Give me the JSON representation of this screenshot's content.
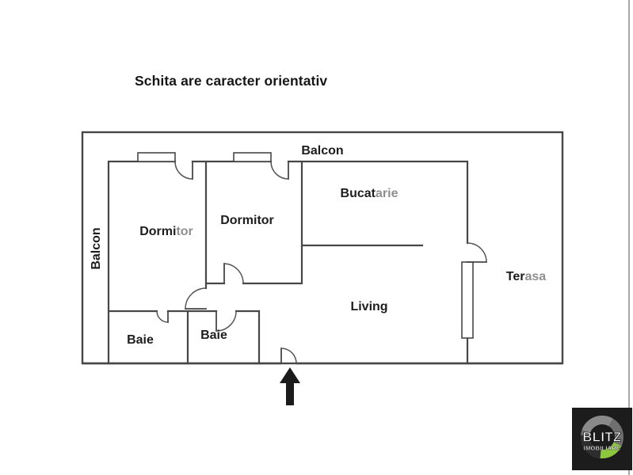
{
  "title": "Schita are caracter orientativ",
  "plan": {
    "labels": {
      "balcon_top": {
        "dark": "Balcon",
        "gray": ""
      },
      "balcon_left": {
        "dark": "Balcon",
        "gray": ""
      },
      "dormitor1": {
        "dark": "Dormi",
        "gray": "tor"
      },
      "dormitor2": {
        "dark": "Dormitor",
        "gray": ""
      },
      "bucatarie": {
        "dark": "Bucat",
        "gray": "arie"
      },
      "terasa": {
        "dark": "Ter",
        "gray": "asa"
      },
      "living": {
        "dark": "Living",
        "gray": ""
      },
      "baie1": {
        "dark": "Baie",
        "gray": ""
      },
      "baie2": {
        "dark": "Baie",
        "gray": ""
      }
    }
  },
  "icons": {
    "entrance_arrow": "up-arrow",
    "logo_ring": "circular-ring"
  },
  "logo": {
    "brand": "BLITZ",
    "sub": "IMOBILIARE",
    "bg": "#1c1c1c",
    "green": "#8dc63f"
  },
  "colors": {
    "wall": "#474747",
    "ink": "#1d1d1d",
    "gray_text": "#8f8f8f",
    "page_border": "#8c8c8c"
  }
}
